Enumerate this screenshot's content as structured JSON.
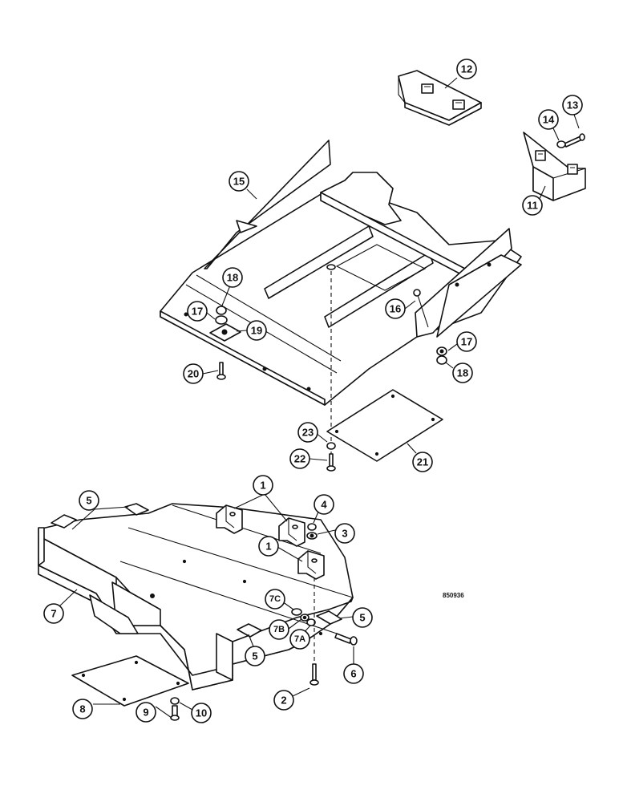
{
  "drawing_number": "850936",
  "callouts": [
    {
      "id": "c12",
      "label": "12"
    },
    {
      "id": "c13",
      "label": "13"
    },
    {
      "id": "c14",
      "label": "14"
    },
    {
      "id": "c11",
      "label": "11"
    },
    {
      "id": "c15",
      "label": "15"
    },
    {
      "id": "c16",
      "label": "16"
    },
    {
      "id": "c18a",
      "label": "18"
    },
    {
      "id": "c17a",
      "label": "17"
    },
    {
      "id": "c19",
      "label": "19"
    },
    {
      "id": "c20",
      "label": "20"
    },
    {
      "id": "c17b",
      "label": "17"
    },
    {
      "id": "c18b",
      "label": "18"
    },
    {
      "id": "c23",
      "label": "23"
    },
    {
      "id": "c22",
      "label": "22"
    },
    {
      "id": "c21",
      "label": "21"
    },
    {
      "id": "c5a",
      "label": "5"
    },
    {
      "id": "c1a",
      "label": "1"
    },
    {
      "id": "c4",
      "label": "4"
    },
    {
      "id": "c3",
      "label": "3"
    },
    {
      "id": "c1b",
      "label": "1"
    },
    {
      "id": "c7",
      "label": "7"
    },
    {
      "id": "c7c",
      "label": "7C"
    },
    {
      "id": "c7b",
      "label": "7B"
    },
    {
      "id": "c7a",
      "label": "7A"
    },
    {
      "id": "c5b",
      "label": "5"
    },
    {
      "id": "c5c",
      "label": "5"
    },
    {
      "id": "c6",
      "label": "6"
    },
    {
      "id": "c2",
      "label": "2"
    },
    {
      "id": "c8",
      "label": "8"
    },
    {
      "id": "c9",
      "label": "9"
    },
    {
      "id": "c10",
      "label": "10"
    }
  ]
}
